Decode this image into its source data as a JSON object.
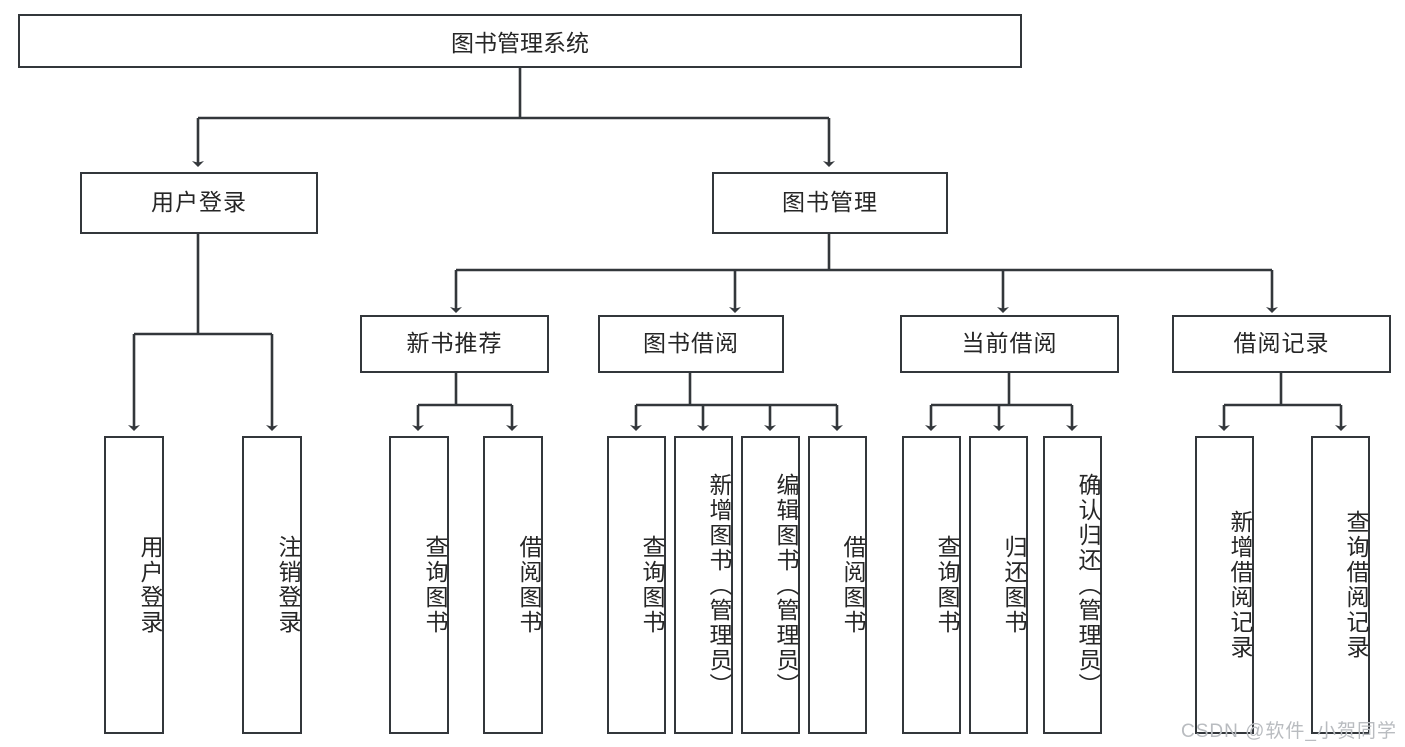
{
  "diagram": {
    "type": "tree-hierarchy",
    "title": "图书管理系统",
    "root": {
      "label": "图书管理系统"
    },
    "level2": [
      {
        "id": "user-login",
        "label": "用户登录"
      },
      {
        "id": "book-manage",
        "label": "图书管理"
      }
    ],
    "level3": [
      {
        "id": "new-book-recommend",
        "label": "新书推荐",
        "parent": "book-manage"
      },
      {
        "id": "book-borrow",
        "label": "图书借阅",
        "parent": "book-manage"
      },
      {
        "id": "current-borrow",
        "label": "当前借阅",
        "parent": "book-manage"
      },
      {
        "id": "borrow-record",
        "label": "借阅记录",
        "parent": "book-manage"
      }
    ],
    "leaves": [
      {
        "id": "leaf-user-login",
        "label": "用户登录",
        "parent": "user-login"
      },
      {
        "id": "leaf-logout",
        "label": "注销登录",
        "parent": "user-login"
      },
      {
        "id": "leaf-query-book-1",
        "label": "查询图书",
        "parent": "new-book-recommend"
      },
      {
        "id": "leaf-borrow-book-1",
        "label": "借阅图书",
        "parent": "new-book-recommend"
      },
      {
        "id": "leaf-query-book-2",
        "label": "查询图书",
        "parent": "book-borrow"
      },
      {
        "id": "leaf-add-book",
        "label": "新增图书（管理员）",
        "parent": "book-borrow"
      },
      {
        "id": "leaf-edit-book",
        "label": "编辑图书（管理员）",
        "parent": "book-borrow"
      },
      {
        "id": "leaf-borrow-book-2",
        "label": "借阅图书",
        "parent": "book-borrow"
      },
      {
        "id": "leaf-query-book-3",
        "label": "查询图书",
        "parent": "current-borrow"
      },
      {
        "id": "leaf-return-book",
        "label": "归还图书",
        "parent": "current-borrow"
      },
      {
        "id": "leaf-confirm-return",
        "label": "确认归还（管理员）",
        "parent": "current-borrow"
      },
      {
        "id": "leaf-add-record",
        "label": "新增借阅记录",
        "parent": "borrow-record"
      },
      {
        "id": "leaf-query-record",
        "label": "查询借阅记录",
        "parent": "borrow-record"
      }
    ],
    "colors": {
      "stroke": "#33373b",
      "fill": "#ffffff",
      "text": "#262626",
      "watermark": "#b9bcc0"
    }
  },
  "watermark": {
    "text": "CSDN @软件_小贺同学"
  }
}
